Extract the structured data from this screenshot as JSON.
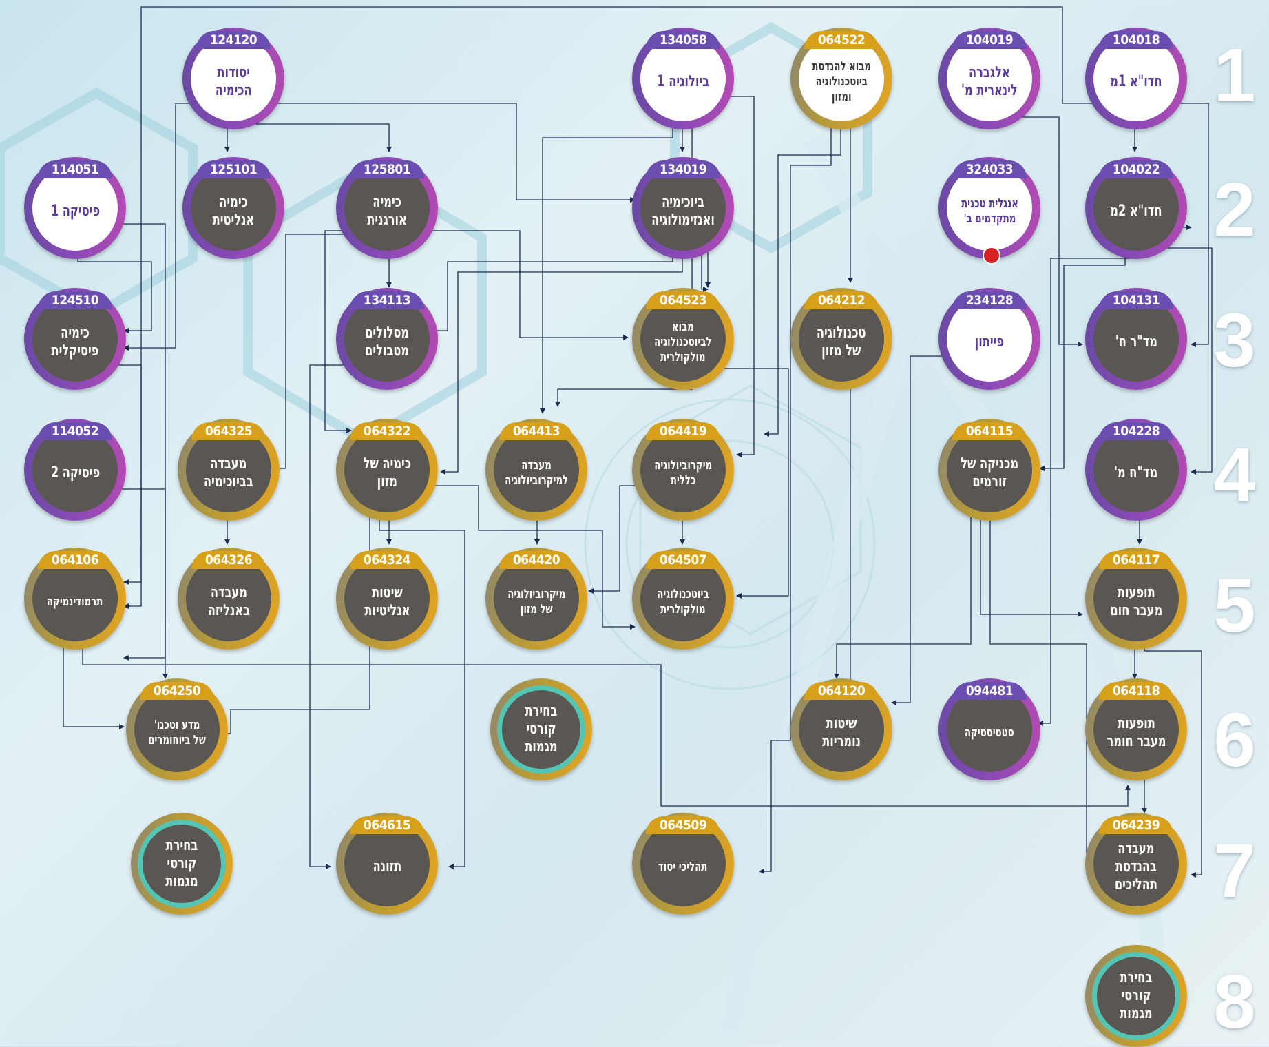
{
  "semesters": [
    "1",
    "2",
    "3",
    "4",
    "5",
    "6",
    "7",
    "8"
  ],
  "courses": [
    {
      "id": "124120",
      "title": "יסודות\nהכימיה",
      "style": "purple required"
    },
    {
      "id": "134058",
      "title": "ביולוגיה 1",
      "style": "purple required"
    },
    {
      "id": "064522",
      "title": "מבוא להנדסת\nביוטכנולוגיה\nומזון",
      "style": "gold-white",
      "small": true
    },
    {
      "id": "104019",
      "title": "אלגברה\nלינארית מ'",
      "style": "purple required"
    },
    {
      "id": "104018",
      "title": "חדו\"א 1מ",
      "style": "purple required"
    },
    {
      "id": "114051",
      "title": "פיסיקה 1",
      "style": "purple required"
    },
    {
      "id": "125101",
      "title": "כימיה\nאנליטית",
      "style": "purple mandatory"
    },
    {
      "id": "125801",
      "title": "כימיה\nאורגנית",
      "style": "purple mandatory"
    },
    {
      "id": "134019",
      "title": "ביוכימיה\nואנזימולוגיה",
      "style": "purple mandatory"
    },
    {
      "id": "324033",
      "title": "אנגלית טכנית\nמתקדמים ב'",
      "style": "purple required",
      "small": true,
      "dot": true
    },
    {
      "id": "104022",
      "title": "חדו\"א 2מ",
      "style": "purple mandatory"
    },
    {
      "id": "124510",
      "title": "כימיה\nפיסיקלית",
      "style": "purple mandatory"
    },
    {
      "id": "134113",
      "title": "מסלולים\nמטבולים",
      "style": "purple mandatory"
    },
    {
      "id": "064523",
      "title": "מבוא\nלביוטכנולוגיה\nמולקולרית",
      "style": "gold",
      "small": true
    },
    {
      "id": "064212",
      "title": "טכנולוגיה\nשל מזון",
      "style": "gold"
    },
    {
      "id": "234128",
      "title": "פייתון",
      "style": "purple required"
    },
    {
      "id": "104131",
      "title": "מד\"ר ח'",
      "style": "purple mandatory"
    },
    {
      "id": "114052",
      "title": "פיסיקה 2",
      "style": "purple mandatory"
    },
    {
      "id": "064325",
      "title": "מעבדה\nבביוכימיה",
      "style": "gold"
    },
    {
      "id": "064322",
      "title": "כימיה של\nמזון",
      "style": "gold"
    },
    {
      "id": "064413",
      "title": "מעבדה\nלמיקרוביולוגיה",
      "style": "gold",
      "small": true
    },
    {
      "id": "064419",
      "title": "מיקרוביולוגיה\nכללית",
      "style": "gold",
      "small": true
    },
    {
      "id": "064115",
      "title": "מכניקה של\nזורמים",
      "style": "gold"
    },
    {
      "id": "104228",
      "title": "מד\"ח מ'",
      "style": "purple mandatory"
    },
    {
      "id": "064106",
      "title": "תרמודינמיקה",
      "style": "gold",
      "small": true
    },
    {
      "id": "064326",
      "title": "מעבדה\nבאנליזה",
      "style": "gold"
    },
    {
      "id": "064324",
      "title": "שיטות\nאנליטיות",
      "style": "gold"
    },
    {
      "id": "064420",
      "title": "מיקרוביולוגיה\nשל מזון",
      "style": "gold",
      "small": true
    },
    {
      "id": "064507",
      "title": "ביוטכנולוגיה\nמולקולרית",
      "style": "gold",
      "small": true
    },
    {
      "id": "064117",
      "title": "תופעות\nמעבר חום",
      "style": "gold"
    },
    {
      "id": "064250",
      "title": "מדע וטכנו'\nשל ביוחומרים",
      "style": "gold",
      "small": true
    },
    {
      "id": "064120",
      "title": "שיטות\nנומריות",
      "style": "gold"
    },
    {
      "id": "094481",
      "title": "סטטיסטיקה",
      "style": "purple mandatory",
      "small": true
    },
    {
      "id": "064118",
      "title": "תופעות\nמעבר חומר",
      "style": "gold"
    },
    {
      "id": "064615",
      "title": "תזונה",
      "style": "gold"
    },
    {
      "id": "064509",
      "title": "תהליכי יסוד",
      "style": "gold",
      "small": true
    },
    {
      "id": "064239",
      "title": "מעבדה\nבהנדסת\nתהליכים",
      "style": "gold"
    }
  ],
  "elective_label": "בחירת\nקורסי\nמגמות"
}
